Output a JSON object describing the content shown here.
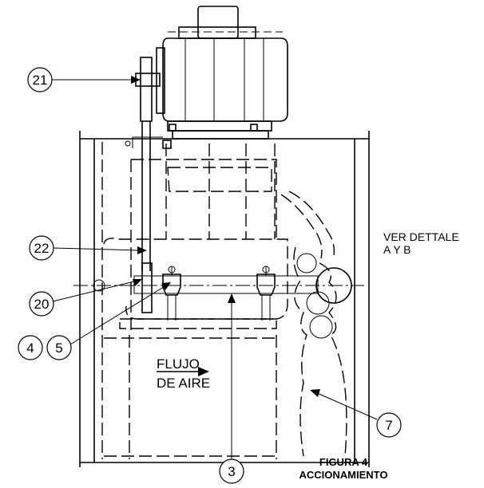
{
  "callouts": [
    {
      "id": "21",
      "label": "21"
    },
    {
      "id": "22",
      "label": "22"
    },
    {
      "id": "20",
      "label": "20"
    },
    {
      "id": "4",
      "label": "4"
    },
    {
      "id": "5",
      "label": "5"
    },
    {
      "id": "3",
      "label": "3"
    },
    {
      "id": "7",
      "label": "7"
    }
  ],
  "detail_note": {
    "line1": "VER DETTALE",
    "line2": "A Y B"
  },
  "flow_label": {
    "line1": "FLUJO",
    "line2": "DE AIRE"
  },
  "caption": {
    "line1": "FIGURA 4",
    "line2": "ACCIONAMIENTO"
  }
}
